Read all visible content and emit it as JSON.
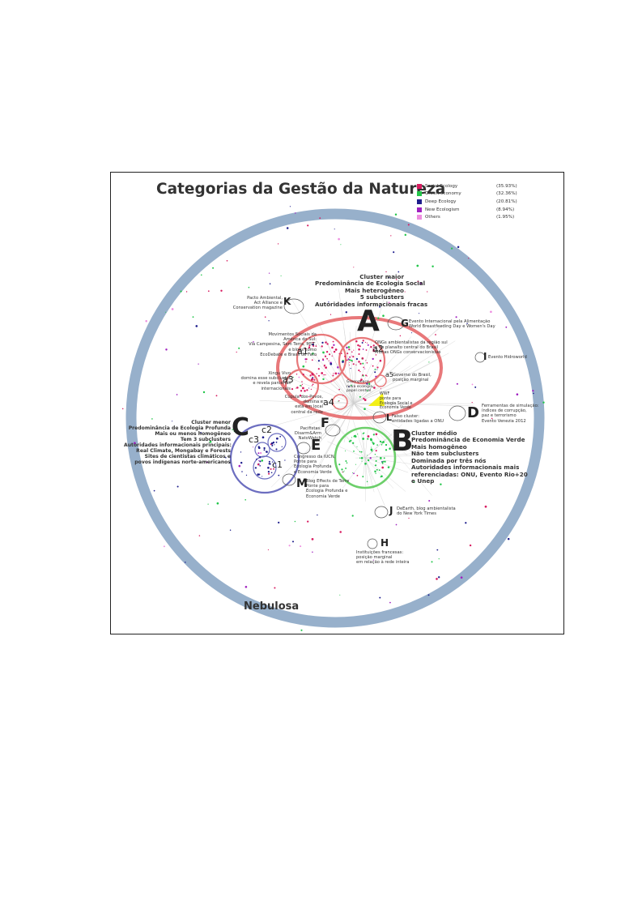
{
  "title": "Categorias da Gestão da Natureza",
  "legend": [
    {
      "name": "Social Ecology",
      "pct": "(35.93%)",
      "color": "#d81b60"
    },
    {
      "name": "Green-economy",
      "pct": "(32.36%)",
      "color": "#22c64a"
    },
    {
      "name": "Deep Ecology",
      "pct": "(20.81%)",
      "color": "#1d1d8c"
    },
    {
      "name": "New Ecologism",
      "pct": "(8.94%)",
      "color": "#a020c0"
    },
    {
      "name": "Others",
      "pct": "(1.95%)",
      "color": "#ee8ee0"
    }
  ],
  "colors": {
    "ring": "#97b0cb",
    "cluster_a": "#e8787a",
    "cluster_b": "#6ccf6a",
    "cluster_c": "#6c6ec0",
    "highlight": "#f3f000"
  },
  "clusters": {
    "A": {
      "letter": "A",
      "desc": [
        "Cluster maior",
        "Predominância de Ecologia Social",
        "Mais heterogêneo",
        "5 subclusters",
        "Autoridades informacionais fracas"
      ]
    },
    "B": {
      "letter": "B",
      "desc": [
        "Cluster médio",
        "Predominância de Economia Verde",
        "Mais homogêneo",
        "Não tem subclusters",
        "Dominada por três nós",
        "Autoridades informacionais mais",
        "referenciadas: ONU, Evento Rio+20",
        "e Unep"
      ]
    },
    "C": {
      "letter": "C",
      "desc": [
        "Cluster menor",
        "Predominância de Ecologia Profunda",
        "Mais ou menos homogêneo",
        "Tem 3 subclusters",
        "Autoridades informacionais principais:",
        "Real Climate, Mongabay e Forests",
        "Sites de cientistas climáticos e",
        "povos indígenas norte-americanos"
      ]
    }
  },
  "subclusters": {
    "a1": "a1",
    "a2": "a2",
    "a3": "a3",
    "a4": "a4",
    "a5": "a5",
    "c1": "c1",
    "c2": "c2",
    "c3": "c3"
  },
  "subcluster_notes": {
    "a1": [
      "Movimentos Sociais da",
      "América do Sul:",
      "Via Campesina, Sem Terra, MST,",
      "e blogs como",
      "EcoDebate e Brasil de Fato"
    ],
    "a2": [
      "ONGs ambientalistas da região sul",
      "e do planalto central do Brasil",
      "Muitas ONGs conservacionistas"
    ],
    "a3": [
      "Xingu Vivo",
      "domina esse subcluster",
      "e revela parcerias",
      "internacionais"
    ],
    "a4": [
      "Cúpula dos Povos,",
      "domina e",
      "está em local",
      "central da rede"
    ],
    "a5": [
      "Governo do Brasil,",
      "posição marginal"
    ],
    "greenpeace": [
      "Greenpeace,",
      "nova ecologia,",
      "papel central"
    ],
    "wwf": [
      "WWF",
      "ponte para",
      "Ecologia Social e",
      "Economia Verde"
    ]
  },
  "nodes": {
    "D": {
      "letter": "D",
      "desc": [
        "Ferramentas de simulação:",
        "índices de corrupção,",
        "paz e terrorismo",
        "Evento Venezia 2012"
      ]
    },
    "E": {
      "letter": "E",
      "desc": [
        "Congresso da IUCN,",
        "Ponte para",
        "Ecologia Profunda",
        "e Economia Verde"
      ]
    },
    "F": {
      "letter": "F",
      "desc": [
        "Pacifistas:",
        "Disarm&Arm",
        "NatoWatch"
      ]
    },
    "G": {
      "letter": "G",
      "desc": [
        "Evento Internacional pela Alimentação",
        "World Breastfeeding Day e Women's Day"
      ]
    },
    "H": {
      "letter": "H",
      "desc": [
        "Instituições francesas:",
        "posição marginal",
        "em relação à rede inteira"
      ]
    },
    "I": {
      "letter": "I",
      "desc": [
        "Evento Hidroworld"
      ]
    },
    "J": {
      "letter": "J",
      "desc": [
        "DeEarth, blog ambientalista",
        "do New York Times"
      ]
    },
    "K": {
      "letter": "K",
      "desc": [
        "Pacto Ambiental,",
        "Act Alliance e",
        "Conservation magazine"
      ]
    },
    "L": {
      "letter": "L",
      "desc": [
        "Falso cluster:",
        "entidades ligadas a ONU"
      ]
    },
    "M": {
      "letter": "M",
      "desc": [
        "Blog Effects de Terre",
        "Ponte para",
        "Ecologia Profunda e",
        "Economia Verde"
      ]
    }
  },
  "nebulosa": "Nebulosa"
}
